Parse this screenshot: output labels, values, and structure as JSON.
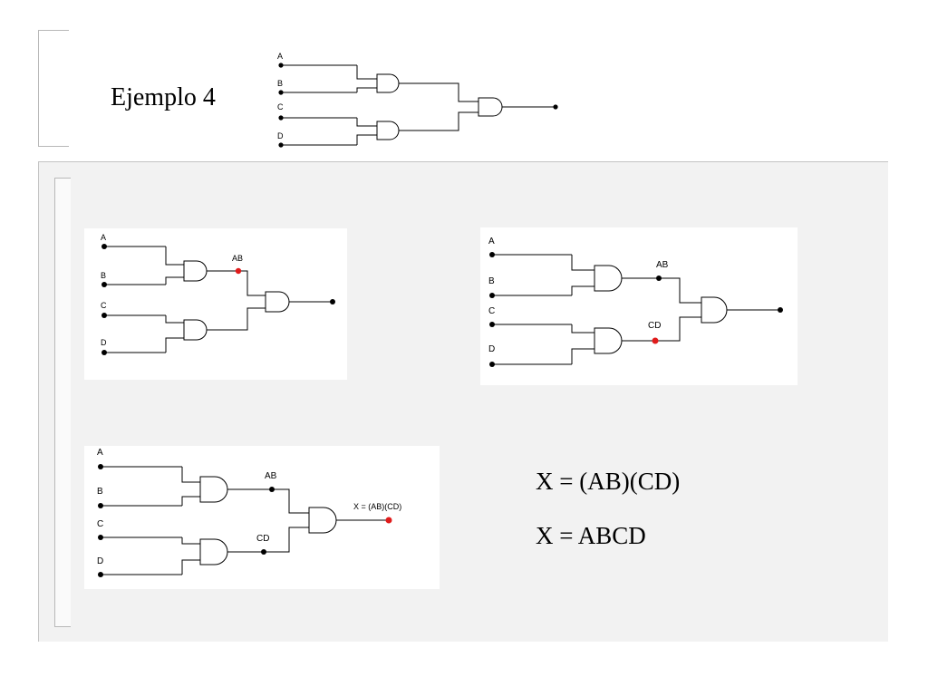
{
  "title": "Ejemplo 4",
  "labels": {
    "a": "A",
    "b": "B",
    "c": "C",
    "d": "D",
    "ab": "AB",
    "cd": "CD",
    "x_out": "X = (AB)(CD)"
  },
  "equations": {
    "eq1": "X = (AB)(CD)",
    "eq2": "X = ABCD"
  },
  "colors": {
    "wire": "#000000",
    "highlight": "#e01b1b",
    "panel": "#f2f2f2"
  }
}
